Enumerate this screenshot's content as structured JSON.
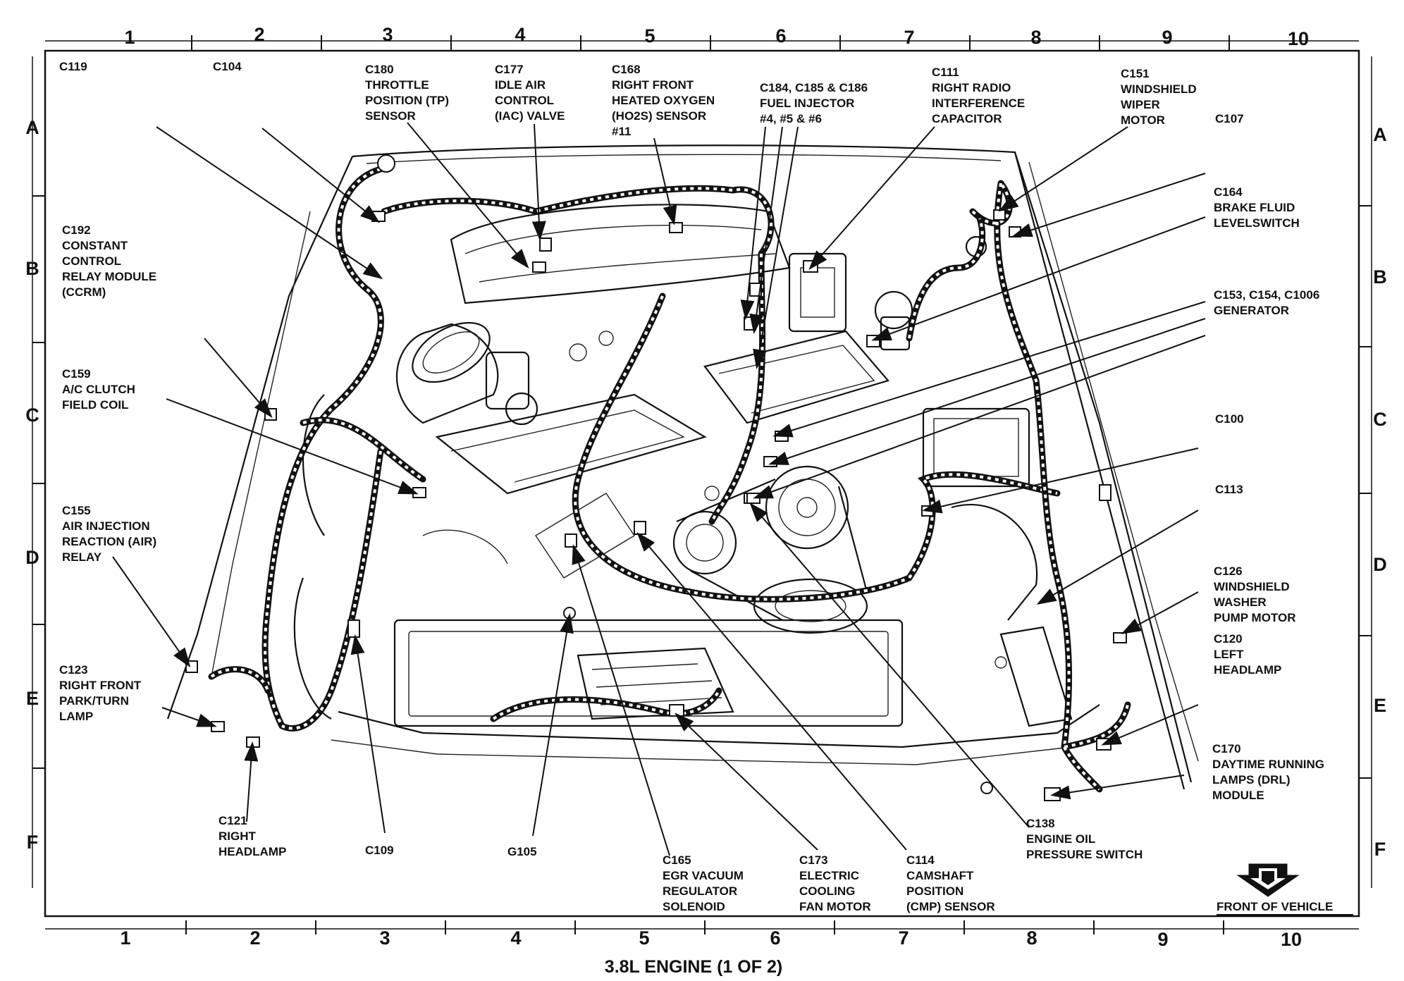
{
  "title": "3.8L ENGINE (1 OF 2)",
  "grid": {
    "columns": [
      "1",
      "2",
      "3",
      "4",
      "5",
      "6",
      "7",
      "8",
      "9",
      "10"
    ],
    "rows": [
      "A",
      "B",
      "C",
      "D",
      "E",
      "F"
    ]
  },
  "front_label": "FRONT OF VEHICLE",
  "callouts": [
    {
      "id": "c119",
      "lines": [
        "C119"
      ]
    },
    {
      "id": "c104",
      "lines": [
        "C104"
      ]
    },
    {
      "id": "c180",
      "lines": [
        "C180",
        "THROTTLE",
        "POSITION (TP)",
        "SENSOR"
      ]
    },
    {
      "id": "c177",
      "lines": [
        "C177",
        "IDLE AIR",
        "CONTROL",
        "(IAC) VALVE"
      ]
    },
    {
      "id": "c168",
      "lines": [
        "C168",
        "RIGHT FRONT",
        "HEATED OXYGEN",
        "(HO2S) SENSOR",
        "#11"
      ]
    },
    {
      "id": "c184",
      "lines": [
        "C184, C185 & C186",
        "FUEL INJECTOR",
        "#4, #5 & #6"
      ]
    },
    {
      "id": "c111",
      "lines": [
        "C111",
        "RIGHT RADIO",
        "INTERFERENCE",
        "CAPACITOR"
      ]
    },
    {
      "id": "c151",
      "lines": [
        "C151",
        "WINDSHIELD",
        "WIPER",
        "MOTOR"
      ]
    },
    {
      "id": "c107",
      "lines": [
        "C107"
      ]
    },
    {
      "id": "c192",
      "lines": [
        "C192",
        "CONSTANT",
        "CONTROL",
        "RELAY MODULE",
        "(CCRM)"
      ]
    },
    {
      "id": "c164",
      "lines": [
        "C164",
        "BRAKE FLUID",
        "LEVELSWITCH"
      ]
    },
    {
      "id": "c153",
      "lines": [
        "C153, C154, C1006",
        "GENERATOR"
      ]
    },
    {
      "id": "c159",
      "lines": [
        "C159",
        "A/C CLUTCH",
        "FIELD COIL"
      ]
    },
    {
      "id": "c100",
      "lines": [
        "C100"
      ]
    },
    {
      "id": "c155",
      "lines": [
        "C155",
        "AIR INJECTION",
        "REACTION (AIR)",
        "RELAY"
      ]
    },
    {
      "id": "c113",
      "lines": [
        "C113"
      ]
    },
    {
      "id": "c126",
      "lines": [
        "C126",
        "WINDSHIELD",
        "WASHER",
        "PUMP MOTOR"
      ]
    },
    {
      "id": "c120",
      "lines": [
        "C120",
        "LEFT",
        "HEADLAMP"
      ]
    },
    {
      "id": "c123",
      "lines": [
        "C123",
        "RIGHT FRONT",
        "PARK/TURN",
        "LAMP"
      ]
    },
    {
      "id": "c170",
      "lines": [
        "C170",
        "DAYTIME RUNNING",
        "LAMPS (DRL)",
        "MODULE"
      ]
    },
    {
      "id": "c121",
      "lines": [
        "C121",
        "RIGHT",
        "HEADLAMP"
      ]
    },
    {
      "id": "c109",
      "lines": [
        "C109"
      ]
    },
    {
      "id": "g105",
      "lines": [
        "G105"
      ]
    },
    {
      "id": "c165",
      "lines": [
        "C165",
        "EGR VACUUM",
        "REGULATOR",
        "SOLENOID"
      ]
    },
    {
      "id": "c173",
      "lines": [
        "C173",
        "ELECTRIC",
        "COOLING",
        "FAN MOTOR"
      ]
    },
    {
      "id": "c114",
      "lines": [
        "C114",
        "CAMSHAFT",
        "POSITION",
        "(CMP) SENSOR"
      ]
    },
    {
      "id": "c138",
      "lines": [
        "C138",
        "ENGINE OIL",
        "PRESSURE SWITCH"
      ]
    }
  ]
}
